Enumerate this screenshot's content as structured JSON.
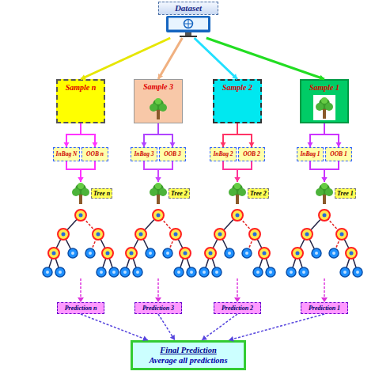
{
  "diagram": {
    "nodes": [
      {
        "text": [
          "Dataset"
        ]
      },
      {
        "text": [
          "Sample n"
        ]
      },
      {
        "text": [
          "Sample 3"
        ]
      },
      {
        "text": [
          "Sample 2"
        ]
      },
      {
        "text": [
          "Sample 1"
        ]
      },
      {
        "text": [
          "InBag N"
        ]
      },
      {
        "text": [
          "OOB n"
        ]
      },
      {
        "text": [
          "InBag 3"
        ]
      },
      {
        "text": [
          "OOB 3"
        ]
      },
      {
        "text": [
          "InBag 2"
        ]
      },
      {
        "text": [
          "OOB 2"
        ]
      },
      {
        "text": [
          "InBag 1"
        ]
      },
      {
        "text": [
          "OOB 1"
        ]
      },
      {
        "text": [
          "Tree n"
        ]
      },
      {
        "text": [
          "Tree 2"
        ]
      },
      {
        "text": [
          "Tree 2"
        ]
      },
      {
        "text": [
          "Tree 1"
        ]
      },
      {
        "text": [
          "Prediction n"
        ]
      },
      {
        "text": [
          "Prediction 3"
        ]
      },
      {
        "text": [
          "Prediction 2"
        ]
      },
      {
        "text": [
          "Prediction 1"
        ]
      },
      {
        "text": [
          "Final Prediction",
          "Average all predictions"
        ]
      }
    ],
    "edges": [
      {
        "from": 0,
        "to": 1,
        "arrow": "to"
      },
      {
        "from": 0,
        "to": 2,
        "arrow": "to"
      },
      {
        "from": 0,
        "to": 3,
        "arrow": "to"
      },
      {
        "from": 0,
        "to": 4,
        "arrow": "to"
      },
      {
        "from": 1,
        "to": 5,
        "arrow": "to"
      },
      {
        "from": 1,
        "to": 6,
        "arrow": "to"
      },
      {
        "from": 2,
        "to": 7,
        "arrow": "to"
      },
      {
        "from": 2,
        "to": 8,
        "arrow": "to"
      },
      {
        "from": 3,
        "to": 9,
        "arrow": "to"
      },
      {
        "from": 3,
        "to": 10,
        "arrow": "to"
      },
      {
        "from": 4,
        "to": 11,
        "arrow": "to"
      },
      {
        "from": 4,
        "to": 12,
        "arrow": "to"
      },
      {
        "from": 5,
        "to": 13,
        "arrow": "to"
      },
      {
        "from": 6,
        "to": 13,
        "arrow": "to"
      },
      {
        "from": 7,
        "to": 14,
        "arrow": "to"
      },
      {
        "from": 8,
        "to": 14,
        "arrow": "to"
      },
      {
        "from": 9,
        "to": 15,
        "arrow": "to"
      },
      {
        "from": 10,
        "to": 15,
        "arrow": "to"
      },
      {
        "from": 11,
        "to": 16,
        "arrow": "to"
      },
      {
        "from": 12,
        "to": 16,
        "arrow": "to"
      },
      {
        "from": 17,
        "to": 21,
        "arrow": "to"
      },
      {
        "from": 18,
        "to": 21,
        "arrow": "to"
      },
      {
        "from": 19,
        "to": 21,
        "arrow": "to"
      },
      {
        "from": 20,
        "to": 21,
        "arrow": "to"
      }
    ]
  }
}
